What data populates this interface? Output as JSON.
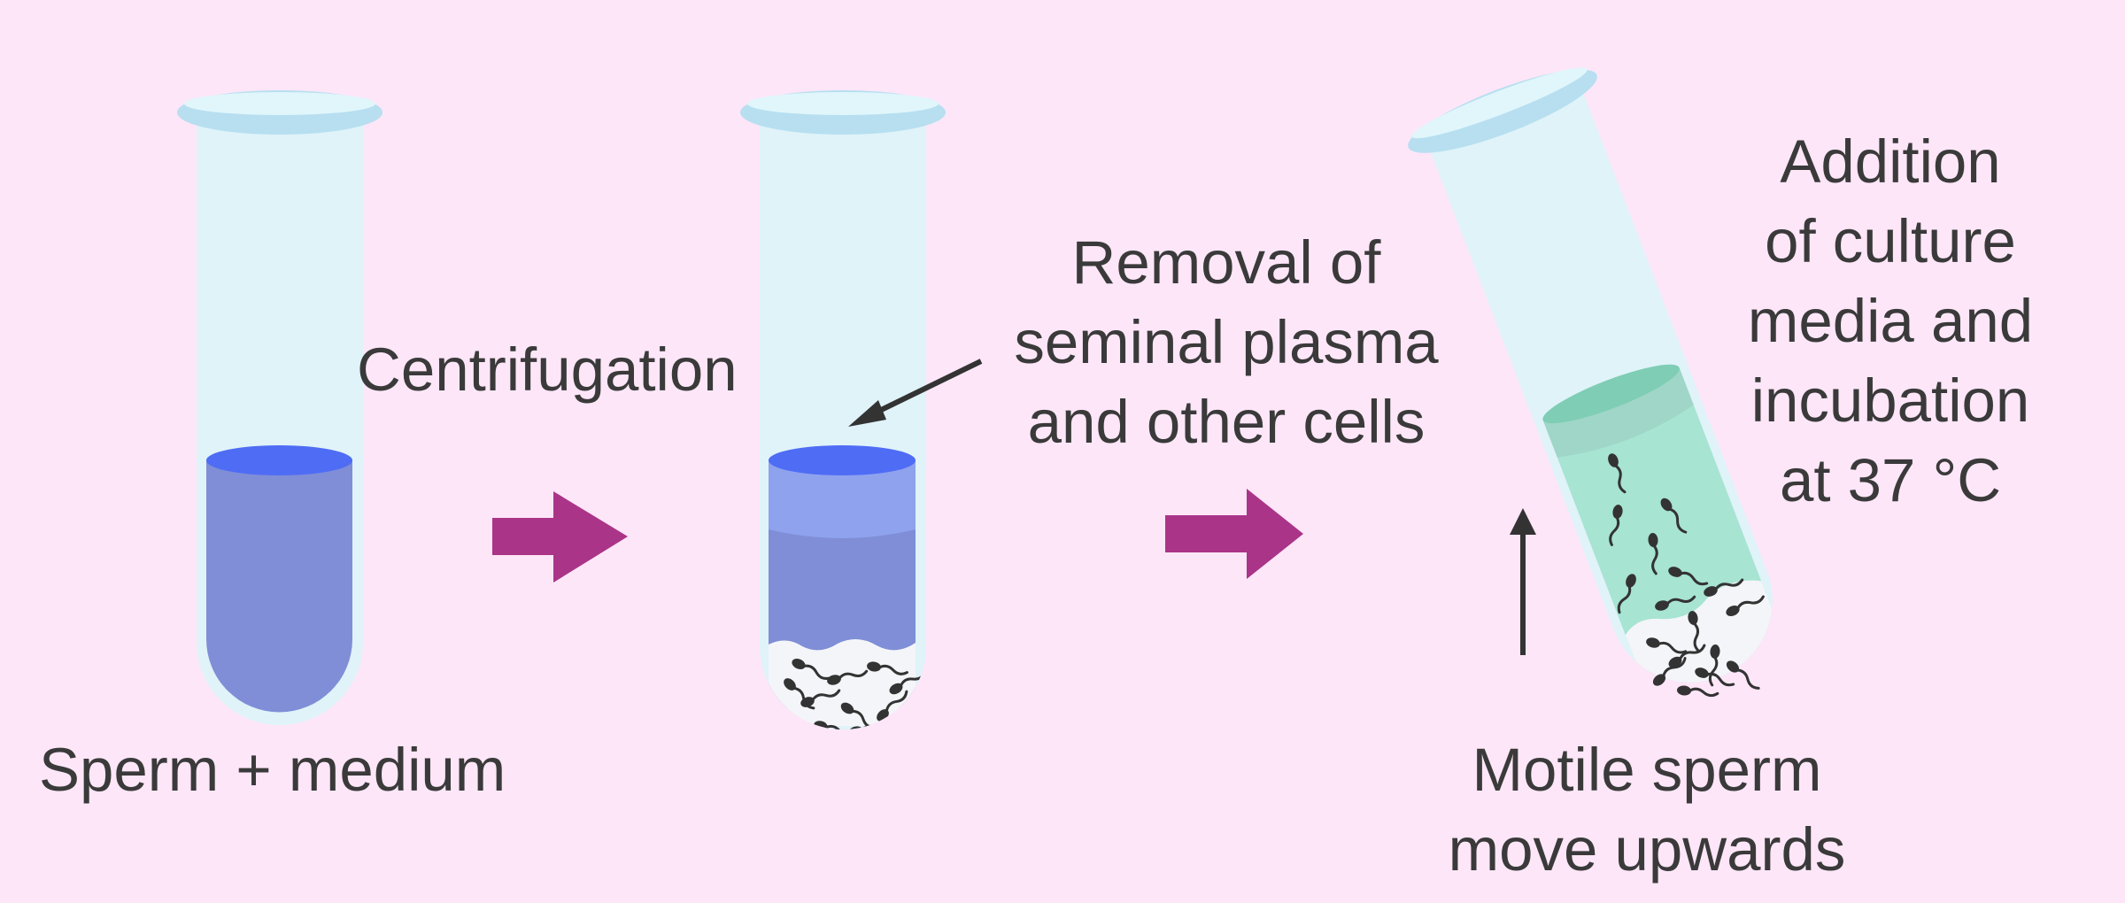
{
  "labels": {
    "step1": "Sperm + medium",
    "step2": "Centrifugation",
    "step3_line1": "Removal of",
    "step3_line2": "seminal plasma",
    "step3_line3": "and other cells",
    "step4_line1": "Addition",
    "step4_line2": "of culture",
    "step4_line3": "media and",
    "step4_line4": "incubation",
    "step4_line5": "at 37 °C",
    "step5_line1": "Motile sperm",
    "step5_line2": "move upwards"
  },
  "colors": {
    "background": "#fde6f8",
    "tube_glass": "#dff3f9",
    "tube_rim": "#b7dff0",
    "sperm_medium": "#7f8ed6",
    "medium_surface": "#4f6cf5",
    "seminal_plasma": "#8fa2ee",
    "pellet": "#f4f5f9",
    "culture_media": "#a7e4d2",
    "culture_surface": "#7ecdb4",
    "process_arrow": "#aa3488",
    "pointer_arrow": "#333333",
    "text": "#3a3a3a"
  }
}
